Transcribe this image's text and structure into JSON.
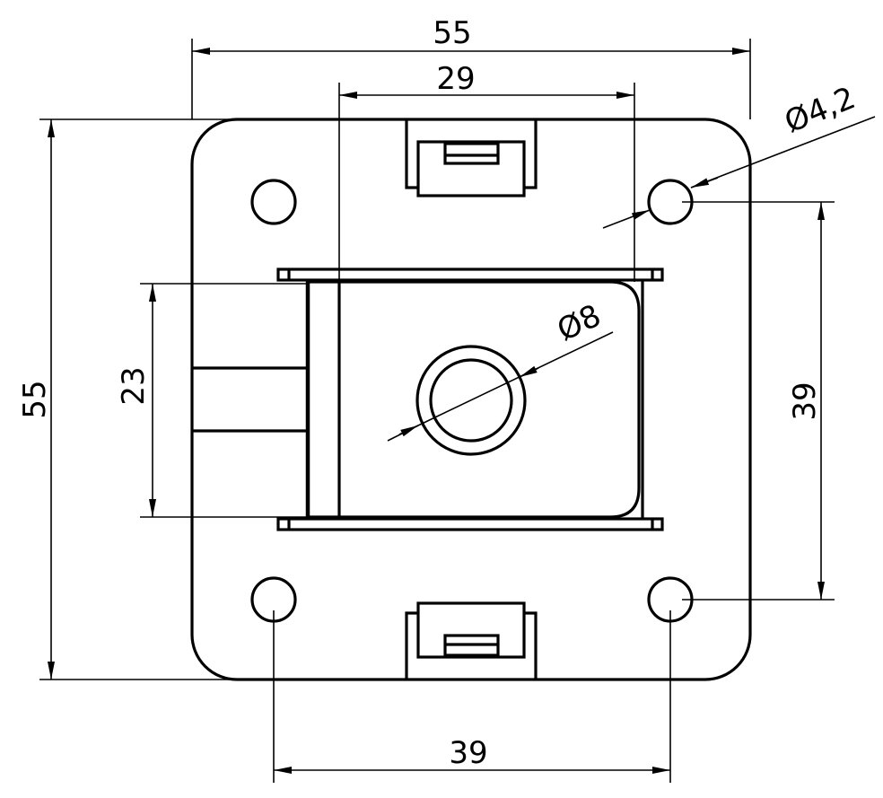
{
  "drawing": {
    "dimensions": {
      "overall_width": "55",
      "coil_width": "29",
      "mount_hole_diameter": "Ø4,2",
      "plunger_diameter": "Ø8",
      "overall_height": "55",
      "coil_height": "23",
      "hole_spacing_vertical": "39",
      "hole_spacing_horizontal": "39"
    },
    "colors": {
      "line": "#000000",
      "background": "#ffffff"
    }
  }
}
